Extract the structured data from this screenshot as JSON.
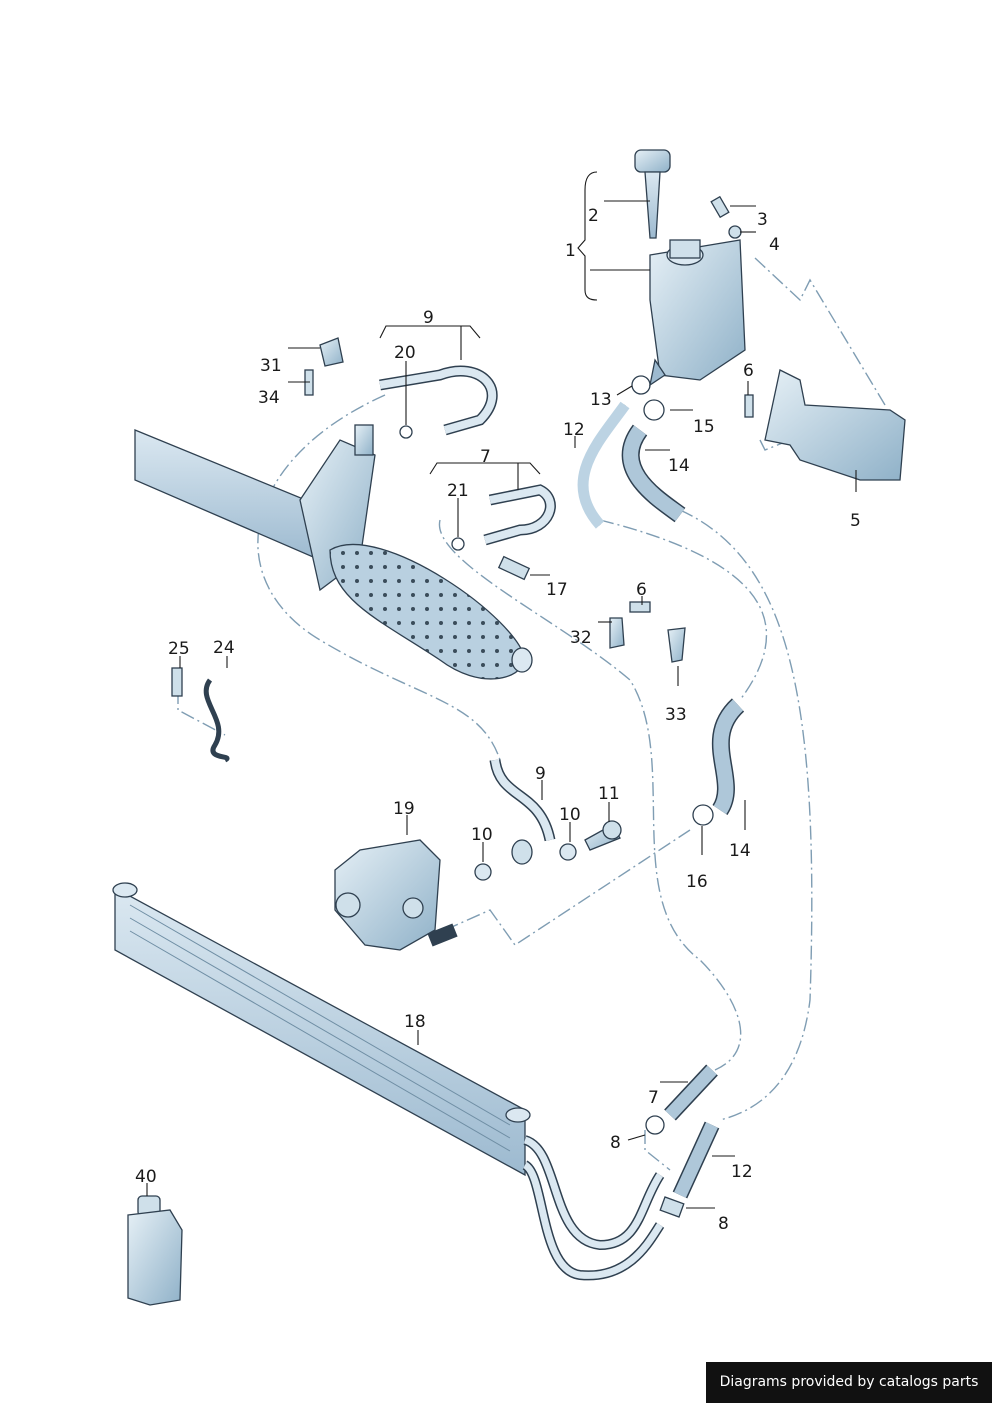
{
  "callouts": [
    "1",
    "2",
    "3",
    "4",
    "5",
    "6",
    "6",
    "7",
    "7",
    "8",
    "8",
    "9",
    "9",
    "10",
    "10",
    "11",
    "12",
    "12",
    "13",
    "14",
    "14",
    "15",
    "16",
    "17",
    "18",
    "19",
    "20",
    "21",
    "24",
    "25",
    "31",
    "32",
    "33",
    "34",
    "40"
  ],
  "footer": {
    "text": "Diagrams provided by catalogs parts"
  },
  "colors": {
    "part_fill": "#bcd3e3",
    "part_shade": "#8fb1c8",
    "outline": "#2f4050",
    "leader_dash": "#7f9db3",
    "footer_bg": "#111111"
  }
}
